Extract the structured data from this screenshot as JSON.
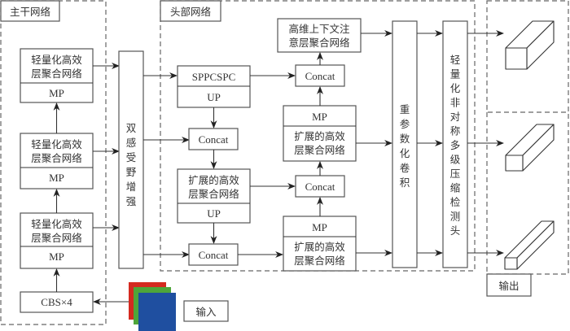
{
  "sections": {
    "backbone": "主干网络",
    "head": "头部网络",
    "output": "输出"
  },
  "input": {
    "label": "输入",
    "colors": [
      "#d42a20",
      "#4ea63a",
      "#1f4fa0"
    ]
  },
  "backbone": {
    "blocks": [
      {
        "top": "轻量化高效",
        "bottom": "层聚合网络",
        "sub": "MP"
      },
      {
        "top": "轻量化高效",
        "bottom": "层聚合网络",
        "sub": "MP"
      },
      {
        "top": "轻量化高效",
        "bottom": "层聚合网络",
        "sub": "MP"
      }
    ],
    "cbs": "CBS×4"
  },
  "dual_rf": [
    "双",
    "感",
    "受",
    "野",
    "增",
    "强"
  ],
  "head": {
    "sppcspc": "SPPCSPC",
    "up1": "UP",
    "concat_left_1": "Concat",
    "elan_left": {
      "top": "扩展的高效",
      "bottom": "层聚合网络"
    },
    "up2": "UP",
    "concat_left_2": "Concat",
    "hc_attn": {
      "top": "高维上下文注",
      "bottom": "意层聚合网络"
    },
    "concat_right_top": "Concat",
    "mp_right_1": "MP",
    "elan_right_1": {
      "top": "扩展的高效",
      "bottom": "层聚合网络"
    },
    "concat_right_mid": "Concat",
    "mp_right_2": "MP",
    "elan_right_2": {
      "top": "扩展的高效",
      "bottom": "层聚合网络"
    }
  },
  "reparam": [
    "重",
    "参",
    "数",
    "化",
    "卷",
    "积"
  ],
  "detect_head": [
    "轻",
    "量",
    "化",
    "非",
    "对",
    "称",
    "多",
    "级",
    "压",
    "缩",
    "检",
    "测",
    "头"
  ]
}
